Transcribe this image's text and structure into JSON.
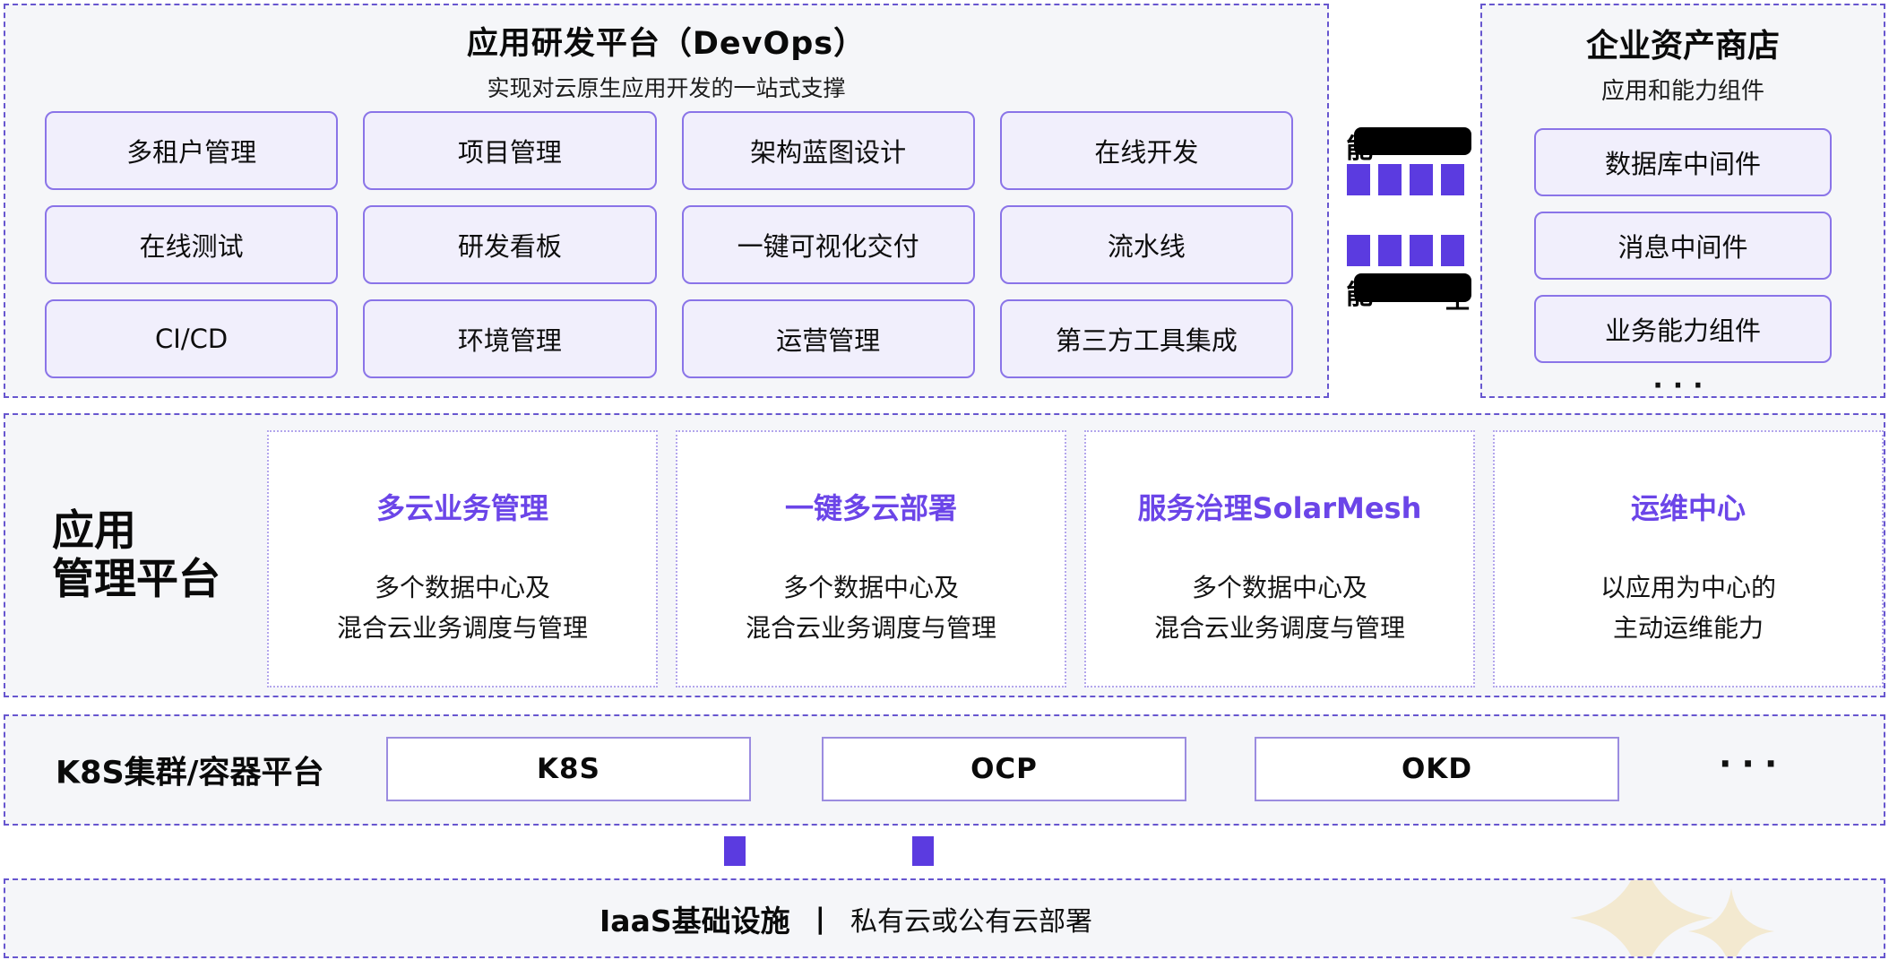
{
  "colors": {
    "accent_purple": "#5B3BE0",
    "card_title_purple": "#6B45E8",
    "dashed_border": "#6756CF",
    "panel_bg": "#F5F6F9",
    "chip_bg": "#F1EFFC",
    "chip_border": "#8A74E8",
    "sparkle": "#F3E9D0"
  },
  "devops_panel": {
    "title": "应用研发平台（DevOps）",
    "subtitle": "实现对云原生应用开发的一站式支撑",
    "items": [
      "多租户管理",
      "项目管理",
      "架构蓝图设计",
      "在线开发",
      "在线测试",
      "研发看板",
      "一键可视化交付",
      "流水线",
      "CI/CD",
      "环境管理",
      "运营管理",
      "第三方工具集成"
    ]
  },
  "connector": {
    "top_visible_char": "能",
    "bottom_visible_char": "能",
    "bottom_trailing_char": "工"
  },
  "asset_store_panel": {
    "title": "企业资产商店",
    "subtitle": "应用和能力组件",
    "items": [
      "数据库中间件",
      "消息中间件",
      "业务能力组件"
    ],
    "more": "···"
  },
  "app_mgmt_panel": {
    "label_line1": "应用",
    "label_line2": "管理平台",
    "cards": [
      {
        "title": "多云业务管理",
        "desc_line1": "多个数据中心及",
        "desc_line2": "混合云业务调度与管理"
      },
      {
        "title": "一键多云部署",
        "desc_line1": "多个数据中心及",
        "desc_line2": "混合云业务调度与管理"
      },
      {
        "title": "服务治理SolarMesh",
        "desc_line1": "多个数据中心及",
        "desc_line2": "混合云业务调度与管理"
      },
      {
        "title": "运维中心",
        "desc_line1": "以应用为中心的",
        "desc_line2": "主动运维能力"
      }
    ]
  },
  "k8s_panel": {
    "label": "K8S集群/容器平台",
    "items": [
      "K8S",
      "OCP",
      "OKD"
    ],
    "more": "···"
  },
  "iaas_bar": {
    "title": "IaaS基础设施",
    "separator": "|",
    "subtitle": "私有云或公有云部署"
  }
}
